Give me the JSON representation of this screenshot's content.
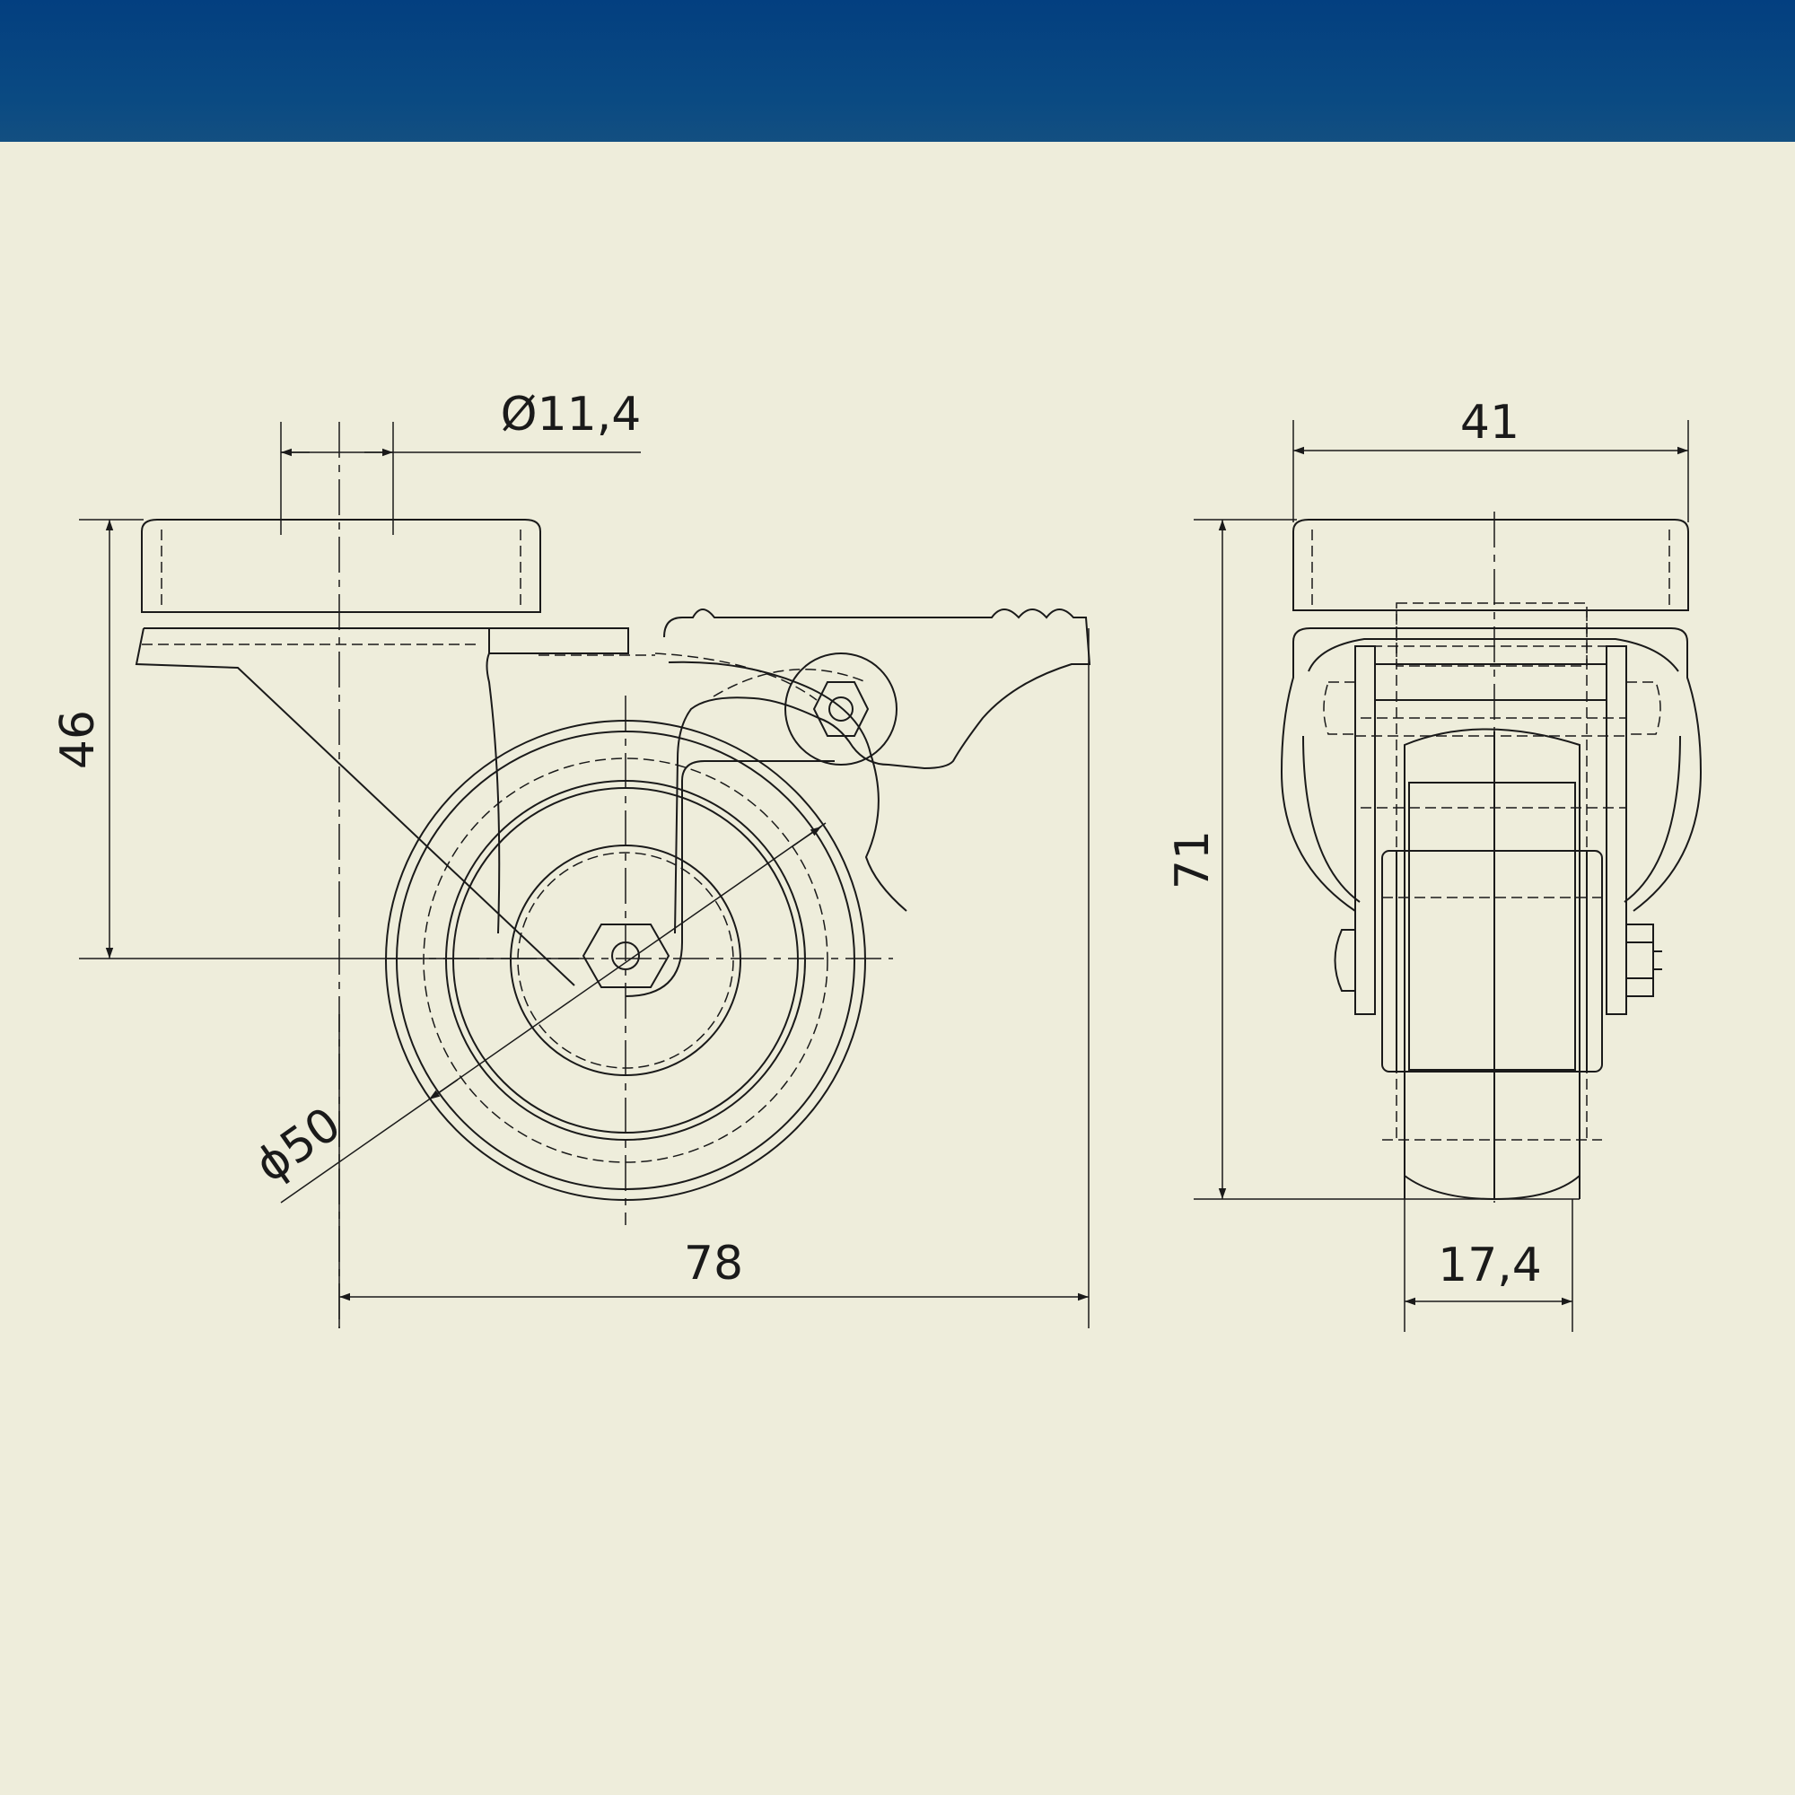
{
  "colors": {
    "background": "#eeeddb",
    "header": "#0a4a82",
    "line": "#1a1a1a"
  },
  "dimensions": {
    "bolt_diameter": "Ø11,4",
    "height_to_axle": "46",
    "wheel_diameter": "ϕ50",
    "total_length": "78",
    "plate_width": "41",
    "total_height": "71",
    "wheel_width": "17,4"
  }
}
